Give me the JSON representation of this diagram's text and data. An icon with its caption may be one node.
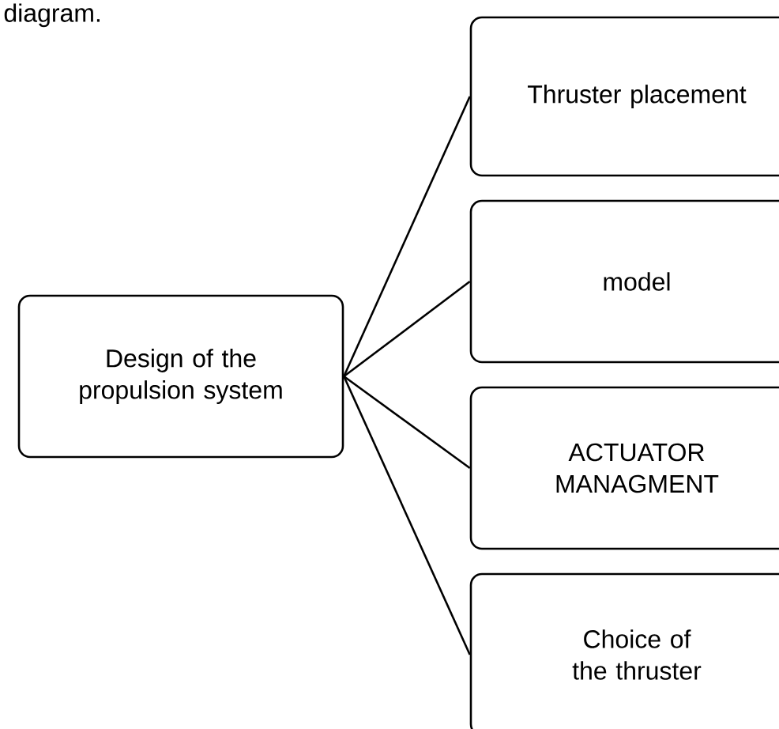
{
  "diagram": {
    "nodes": [
      {
        "text": [
          "Design of the propulsion system"
        ]
      },
      {
        "text": [
          "Thruster placement"
        ]
      },
      {
        "text": [
          "model"
        ]
      },
      {
        "text": [
          "ACTUATOR MANAGMENT"
        ]
      },
      {
        "text": [
          "Choice of the thruster"
        ]
      }
    ],
    "edges": [
      {
        "from": 0,
        "to": 1,
        "arrow": "none"
      },
      {
        "from": 0,
        "to": 2,
        "arrow": "none"
      },
      {
        "from": 0,
        "to": 3,
        "arrow": "none"
      },
      {
        "from": 0,
        "to": 4,
        "arrow": "none"
      }
    ],
    "labels": [
      "diagram."
    ]
  }
}
